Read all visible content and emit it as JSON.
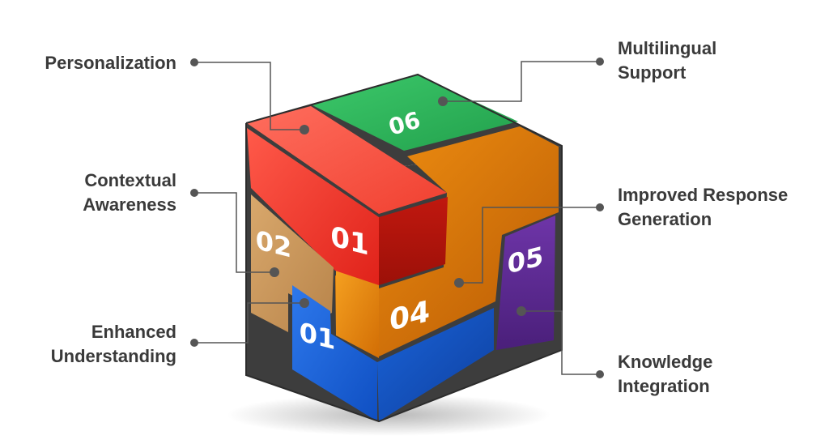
{
  "labels": {
    "personalization": "Personalization",
    "contextual_awareness": [
      "Contextual",
      "Awareness"
    ],
    "enhanced_understanding": [
      "Enhanced",
      "Understanding"
    ],
    "multilingual_support": [
      "Multilingual",
      "Support"
    ],
    "improved_response_generation": [
      "Improved Response",
      "Generation"
    ],
    "knowledge_integration": [
      "Knowledge",
      "Integration"
    ]
  },
  "blocks": {
    "red": "01",
    "tan": "02",
    "blue": "01",
    "orange": "04",
    "purple": "05",
    "green": "06"
  },
  "colors": {
    "red": "#e8301e",
    "tan": "#c9955a",
    "blue": "#1a5fd1",
    "orange": "#ee8a0a",
    "purple": "#5a2a8c",
    "green": "#2db35a",
    "text": "#3a3a3a",
    "connector": "#555555"
  }
}
